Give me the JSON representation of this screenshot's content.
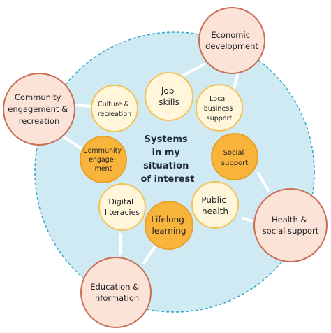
{
  "title": "Systems in my situation of interest",
  "title_lines": [
    "Systems",
    "in my",
    "situation",
    "of interest"
  ],
  "colors": {
    "background_fill": "#cfeaf3",
    "dashed_border": "#3ba9c9",
    "outer_fill": "#fbe3d8",
    "outer_stroke": "#c96f55",
    "inner_light_fill": "#fff6dc",
    "inner_light_stroke": "#f4c35a",
    "inner_accent_fill": "#f9b43c",
    "inner_accent_stroke": "#e9a12c",
    "connector": "#ffffff"
  },
  "outer_nodes": [
    {
      "id": "economic",
      "lines": [
        "Economic",
        "development"
      ]
    },
    {
      "id": "community-engagement",
      "lines": [
        "Community",
        "engagement &",
        "recreation"
      ]
    },
    {
      "id": "health",
      "lines": [
        "Health &",
        "social support"
      ]
    },
    {
      "id": "education",
      "lines": [
        "Education &",
        "information"
      ]
    }
  ],
  "inner_nodes": [
    {
      "id": "job-skills",
      "lines": [
        "Job",
        "skills"
      ],
      "accent": false
    },
    {
      "id": "local-business",
      "lines": [
        "Local",
        "business",
        "support"
      ],
      "accent": false
    },
    {
      "id": "social-support",
      "lines": [
        "Social",
        "support"
      ],
      "accent": true
    },
    {
      "id": "public-health",
      "lines": [
        "Public",
        "health"
      ],
      "accent": false
    },
    {
      "id": "lifelong-learning",
      "lines": [
        "Lifelong",
        "learning"
      ],
      "accent": true
    },
    {
      "id": "digital-literacies",
      "lines": [
        "Digital",
        "literacies"
      ],
      "accent": false
    },
    {
      "id": "community-engagement-inner",
      "lines": [
        "Community",
        "engage-",
        "ment"
      ],
      "accent": true
    },
    {
      "id": "culture-recreation",
      "lines": [
        "Culture &",
        "recreation"
      ],
      "accent": false
    }
  ]
}
